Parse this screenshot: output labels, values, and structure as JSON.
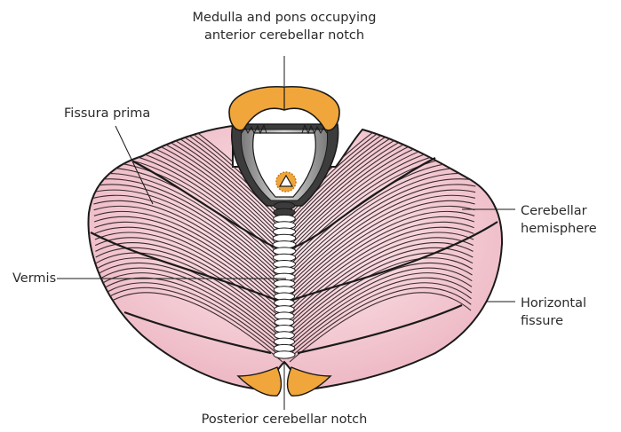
{
  "labels": {
    "medulla_line1": "Medulla and pons occupying",
    "medulla_line2": "anterior cerebellar notch",
    "fissura_prima": "Fissura prima",
    "cerebellar_line1": "Cerebellar",
    "cerebellar_line2": "hemisphere",
    "vermis": "Vermis",
    "horizontal_line1": "Horizontal",
    "horizontal_line2": "fissure",
    "posterior_notch": "Posterior cerebellar notch"
  },
  "colors": {
    "hemisphere_fill": "#f2c6cf",
    "hemisphere_light": "#fbe6ea",
    "folia_line": "#3a2a2e",
    "outline": "#1a1a1a",
    "orange": "#f0a63a",
    "grey": "#9a9a9a",
    "dark_grey": "#3c3c3c"
  }
}
